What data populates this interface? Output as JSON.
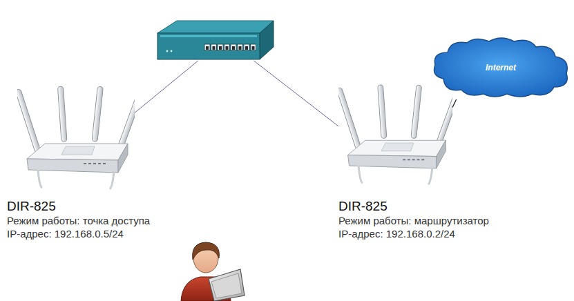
{
  "diagram": {
    "nodes": [
      {
        "text": []
      },
      {
        "text": [
          "Internet"
        ]
      },
      {
        "text": [
          "DIR-825",
          "Режим работы: точка доступа",
          "IP-адрес: 192.168.0.5/24"
        ]
      },
      {
        "text": [
          "DIR-825",
          "Режим работы: маршрутизатор",
          "IP-адрес: 192.168.0.2/24"
        ]
      }
    ],
    "edges": [
      {
        "from": 2,
        "to": 0,
        "arrow": "none"
      },
      {
        "from": 0,
        "to": 3,
        "arrow": "none"
      },
      {
        "from": 3,
        "to": 1,
        "arrow": "none"
      }
    ]
  }
}
